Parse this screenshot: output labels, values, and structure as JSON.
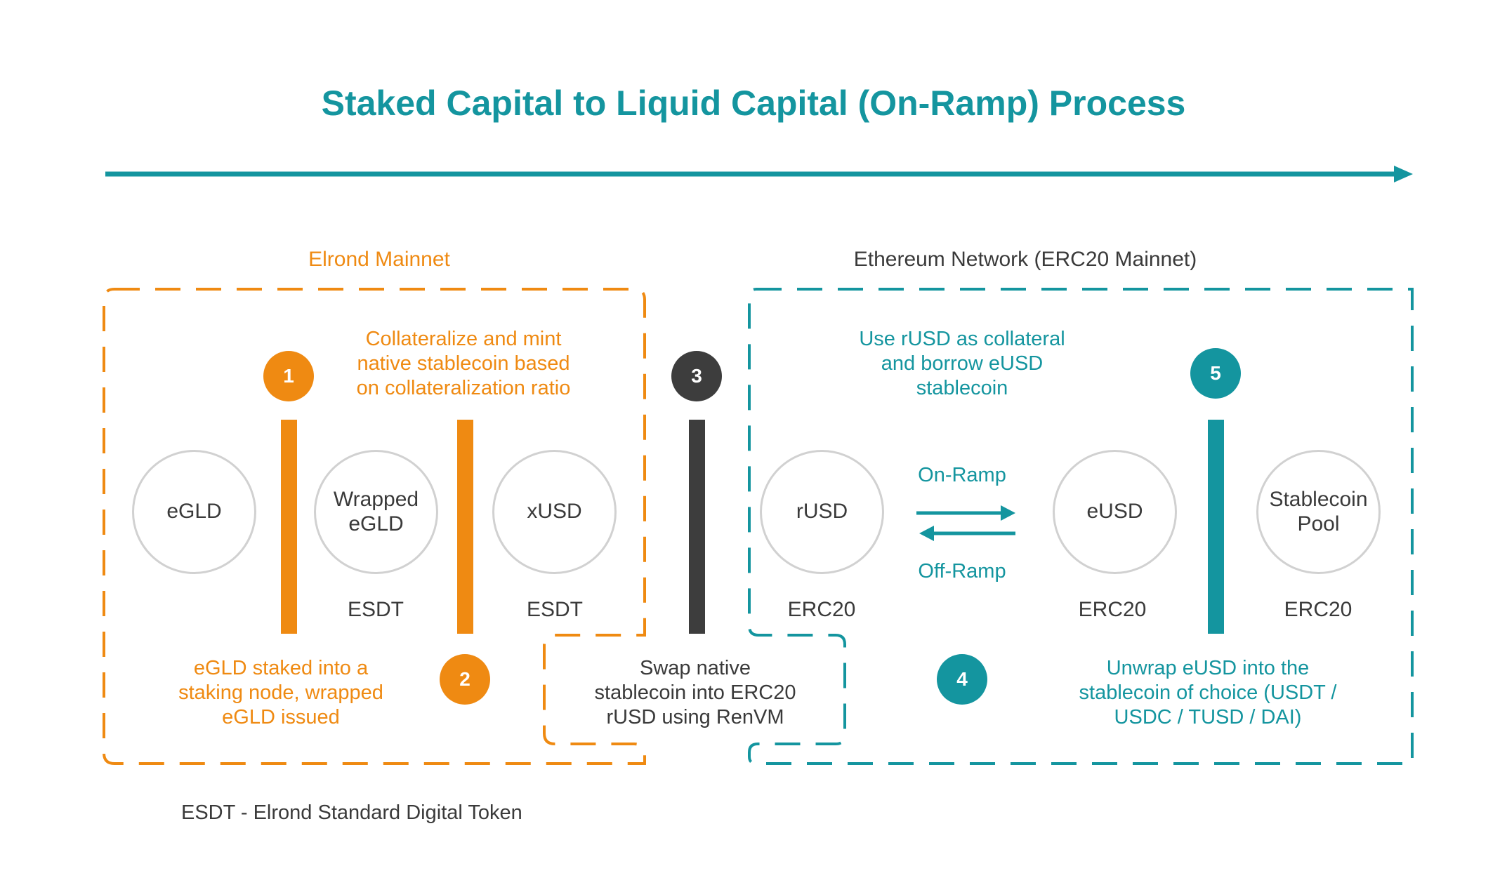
{
  "title": "Staked Capital to Liquid Capital (On-Ramp) Process",
  "colors": {
    "orange": "#ef8a12",
    "teal": "#14959f",
    "dark": "#3a3a3a",
    "circle_border": "#d1d1d1"
  },
  "networks": {
    "elrond": "Elrond Mainnet",
    "ethereum": "Ethereum Network (ERC20 Mainnet)"
  },
  "nodes": {
    "egld": "eGLD",
    "wrapped_egld": "Wrapped\neGLD",
    "xusd": "xUSD",
    "rusd": "rUSD",
    "eusd": "eUSD",
    "stablecoin_pool": "Stablecoin\nPool"
  },
  "token_types": {
    "wrapped_egld": "ESDT",
    "xusd": "ESDT",
    "rusd": "ERC20",
    "eusd": "ERC20",
    "stablecoin_pool": "ERC20"
  },
  "steps": [
    {
      "number": "1",
      "text": "Collateralize and mint\nnative stablecoin based\non collateralization ratio"
    },
    {
      "number": "2",
      "text": "eGLD staked into a\nstaking node, wrapped\neGLD issued"
    },
    {
      "number": "3",
      "text": "Swap native\nstablecoin into ERC20\nrUSD using RenVM"
    },
    {
      "number": "4",
      "text": "Use rUSD as collateral\nand borrow eUSD\nstablecoin"
    },
    {
      "number": "5",
      "text": "Unwrap eUSD into the\nstablecoin of choice (USDT /\nUSDC / TUSD / DAI)"
    }
  ],
  "ramps": {
    "on": "On-Ramp",
    "off": "Off-Ramp"
  },
  "footer": "ESDT - Elrond Standard Digital Token"
}
